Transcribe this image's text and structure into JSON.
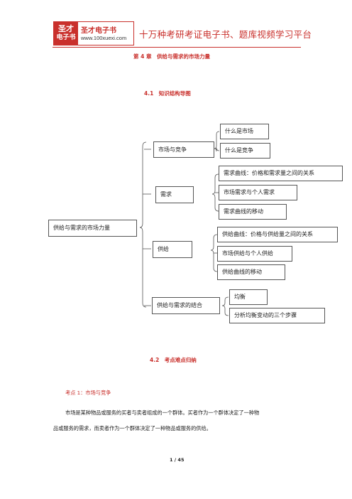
{
  "header": {
    "logo_top": "圣才",
    "logo_bottom": "电子书",
    "logo_name": "圣才电子书",
    "logo_url": "www.100xuexi.com",
    "slogan": "十万种考研考证电子书、题库视频学习平台"
  },
  "chapter_title": "第 4 章　供给与需求的市场力量",
  "section_1": "4.1　知识结构导图",
  "mindmap": {
    "root": "供给与需求的市场力量",
    "branches": [
      {
        "label": "市场与竞争",
        "children": [
          "什么是市场",
          "什么是竞争"
        ]
      },
      {
        "label": "需求",
        "children": [
          "需求曲线：价格和需求量之间的关系",
          "市场需求与个人需求",
          "需求曲线的移动"
        ]
      },
      {
        "label": "供给",
        "children": [
          "供给曲线：价格与供给量之间的关系",
          "市场供给与个人供给",
          "供给曲线的移动"
        ]
      },
      {
        "label": "供给与需求的结合",
        "children": [
          "均衡",
          "分析均衡变动的三个步骤"
        ]
      }
    ]
  },
  "section_2": "4.2　考点难点归纳",
  "point_1_title": "考点 1：市场与竞争",
  "paragraph_line_1": "市场是某种物品或服务的买者与卖者组成的一个群体。买者作为一个群体决定了一种物",
  "paragraph_line_2": "品或服务的需求，而卖者作为一个群体决定了一种物品或服务的供给。",
  "page_number": "1 / 45",
  "colors": {
    "accent": "#c9302c",
    "box_border": "#555555"
  }
}
